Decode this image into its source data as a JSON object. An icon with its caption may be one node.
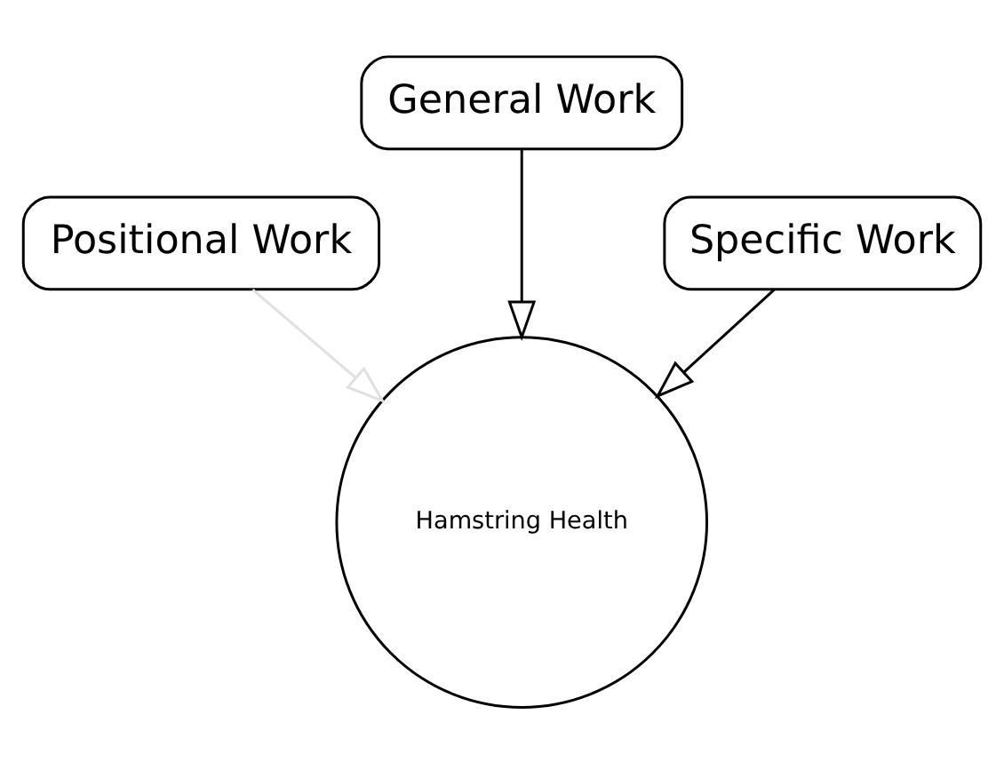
{
  "diagram": {
    "nodes": [
      {
        "text": [
          "Positional Work"
        ]
      },
      {
        "text": [
          "General Work"
        ]
      },
      {
        "text": [
          "Specific Work"
        ]
      },
      {
        "text": [
          "Hamstring Health"
        ]
      }
    ],
    "edges": [
      {
        "from": 0,
        "to": 3,
        "arrow": "to",
        "color": "#e0e0e0"
      },
      {
        "from": 1,
        "to": 3,
        "arrow": "to"
      },
      {
        "from": 2,
        "to": 3,
        "arrow": "to"
      }
    ]
  }
}
